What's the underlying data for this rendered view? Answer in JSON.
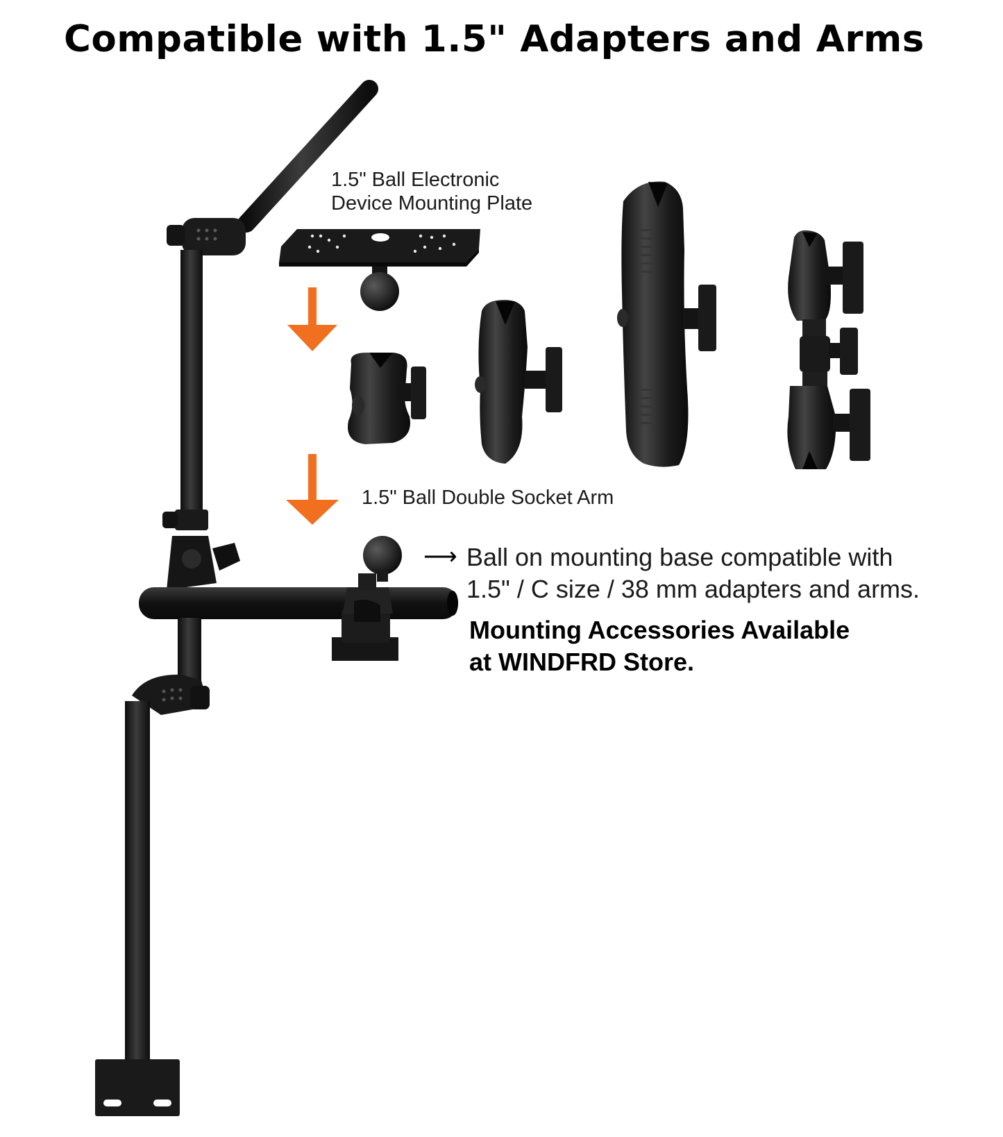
{
  "title": "Compatible with 1.5\" Adapters and Arms",
  "labels": {
    "plate_line1": "1.5\" Ball Electronic",
    "plate_line2": "Device Mounting Plate",
    "double_socket_arm": "1.5\" Ball Double Socket Arm",
    "compat_line1": "Ball on mounting base compatible with",
    "compat_line2": "1.5\" / C size / 38 mm adapters and arms.",
    "store_line1": "Mounting Accessories Available",
    "store_line2": "at WINDFRD Store."
  },
  "icons": {
    "note_arrow": "right-arrow-icon",
    "flow_arrows": "down-arrow-icon"
  },
  "colors": {
    "accent_arrow": "#f07020",
    "hardware": "#1e1e1e",
    "hardware_highlight": "#4a4a4a"
  }
}
